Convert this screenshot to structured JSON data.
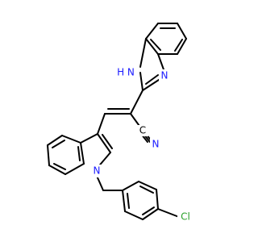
{
  "atoms": {
    "nh_label": "H N",
    "n_imidazole": "N",
    "n_nitrile": "N",
    "c_nitrile": "C",
    "n_indole": "N",
    "cl": "Cl"
  },
  "colors": {
    "bond": "#000000",
    "nitrogen": "#1a1aff",
    "chlorine": "#2aa02a",
    "background": "#ffffff"
  }
}
